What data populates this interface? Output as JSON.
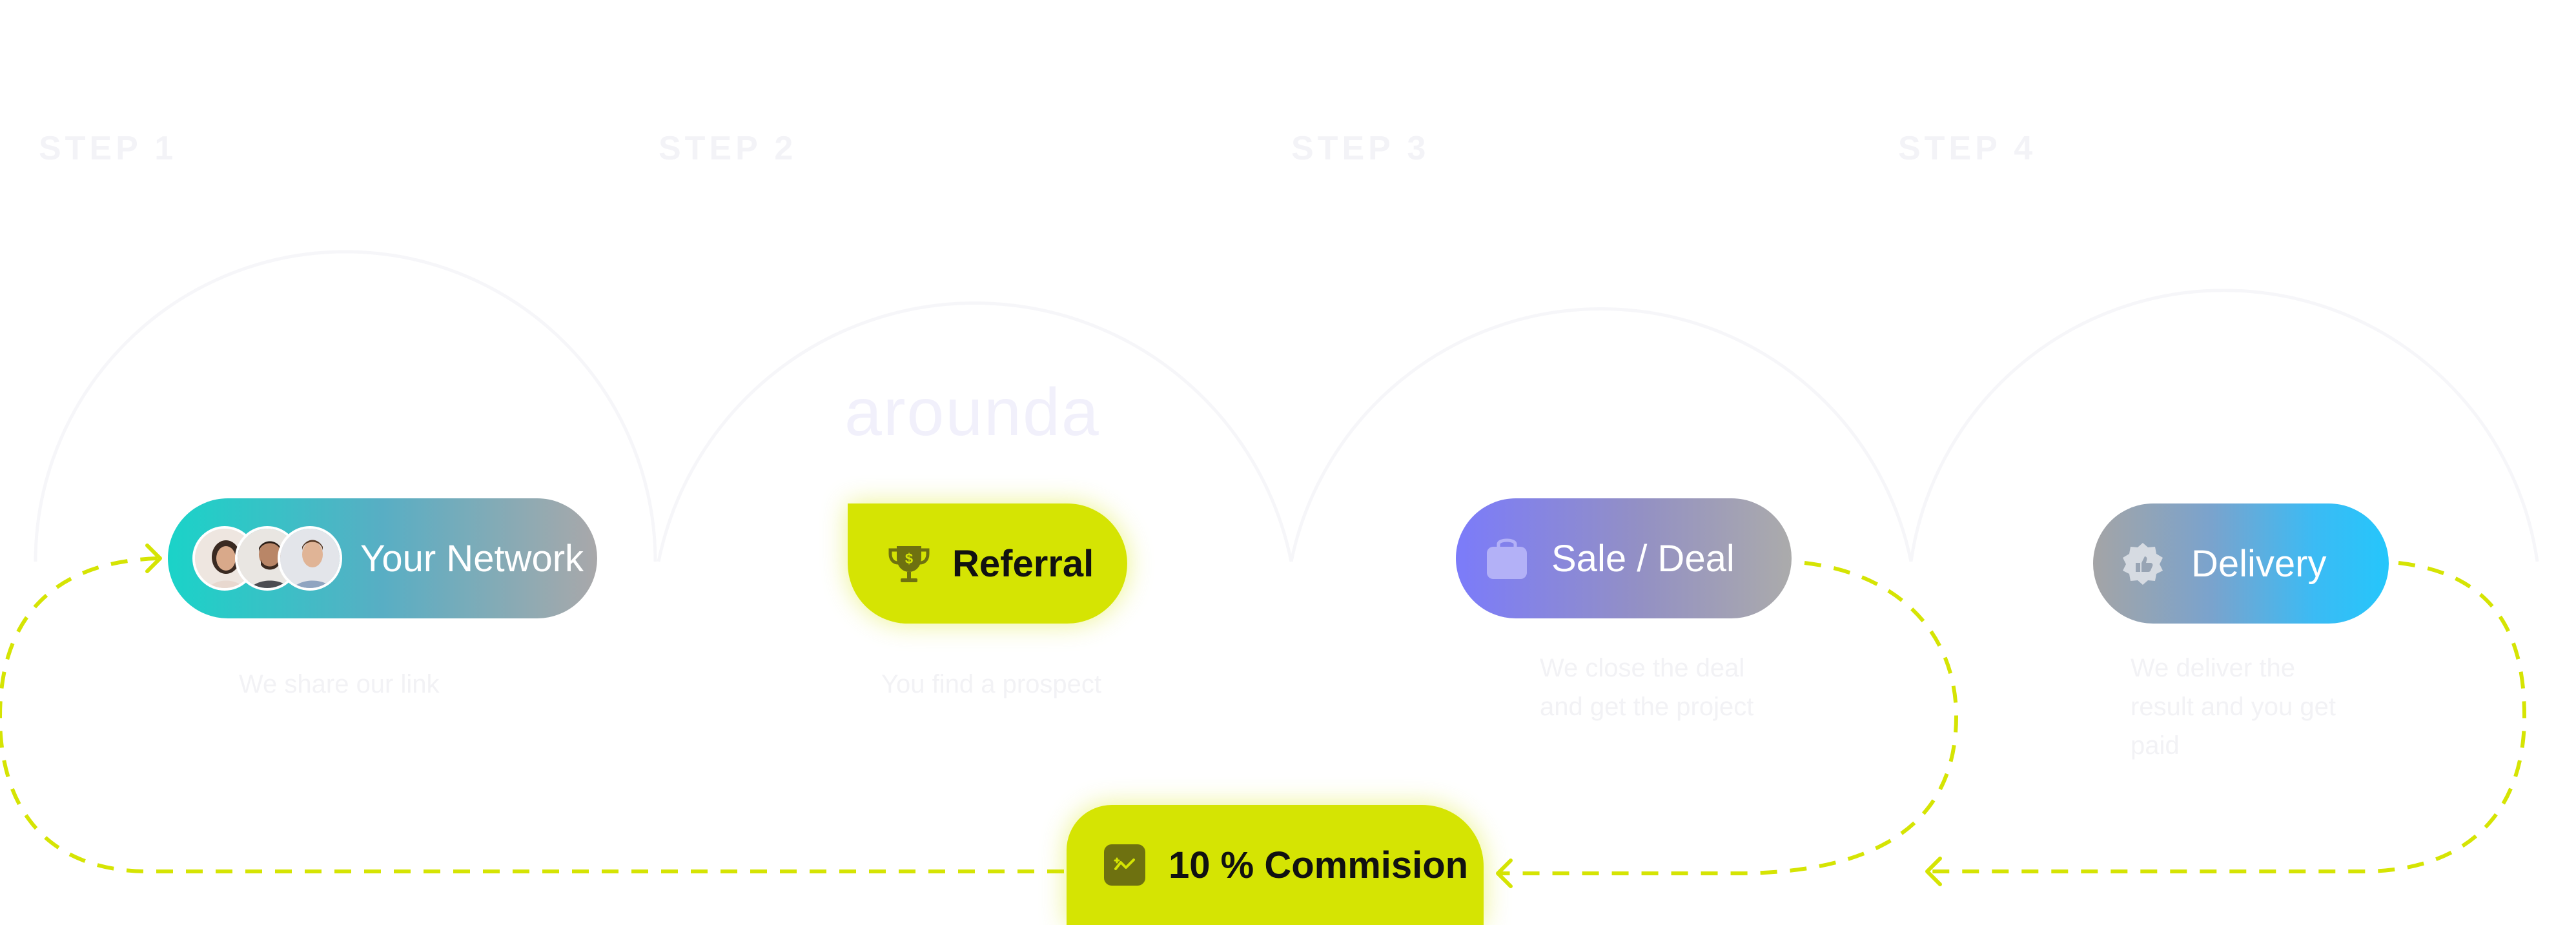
{
  "brand": {
    "logo": "arounda"
  },
  "steps": [
    {
      "number": "STEP 1",
      "caption": "We share our link"
    },
    {
      "number": "STEP 2",
      "caption": "You find a prospect"
    },
    {
      "number": "STEP 3",
      "caption": "We close the deal and get the project"
    },
    {
      "number": "STEP 4",
      "caption": "We deliver the result and you get paid"
    }
  ],
  "flow": {
    "network": {
      "label": "Your Network",
      "icon": "avatar-group"
    },
    "referral": {
      "label": "Referral",
      "icon": "trophy-icon"
    },
    "sale": {
      "label": "Sale / Deal",
      "icon": "bag-icon"
    },
    "delivery": {
      "label": "Delivery",
      "icon": "badge-check-icon"
    },
    "commission": {
      "label": "10 % Commision",
      "icon": "chart-icon"
    }
  },
  "colors": {
    "accent": "#d5e403",
    "dash": "#d5e403",
    "network_gradient": [
      "#1ad3c8",
      "#a9a8aa"
    ],
    "sale_gradient": [
      "#7b7bfa",
      "#ababab"
    ],
    "delivery_gradient": [
      "#a4a4a6",
      "#25c6fb"
    ]
  }
}
